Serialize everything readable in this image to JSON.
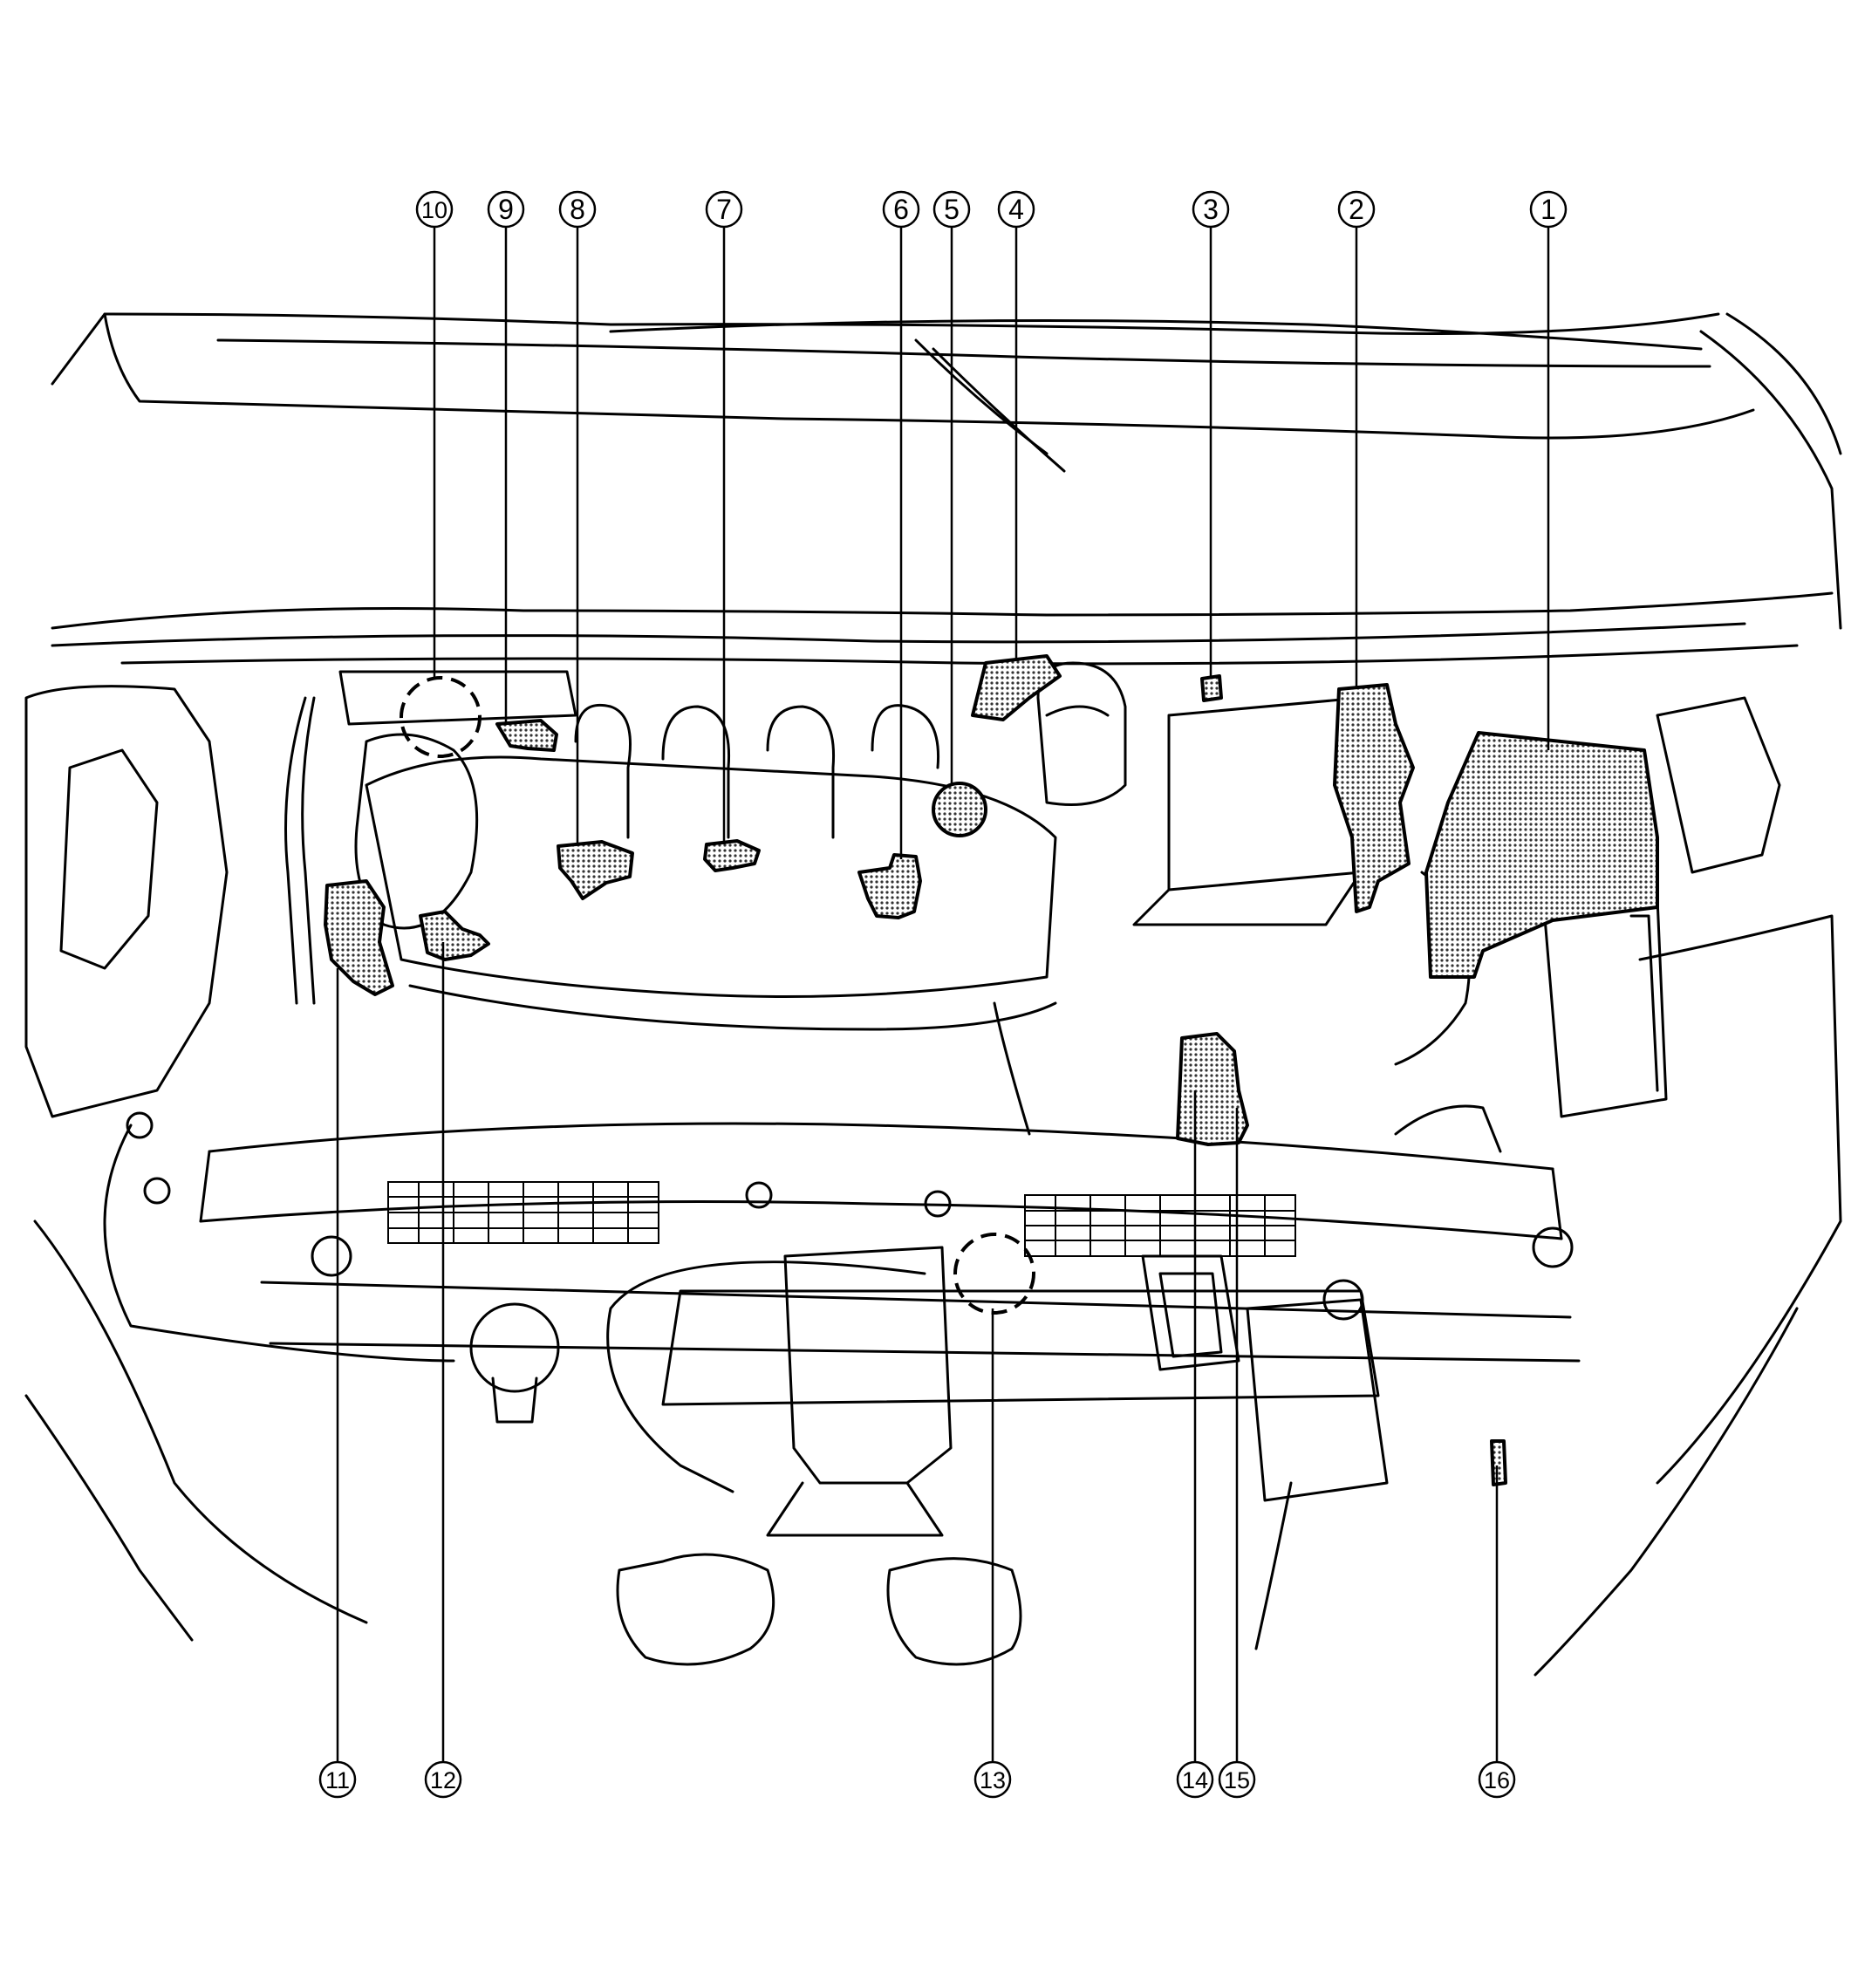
{
  "callouts": [
    {
      "id": "1",
      "label": "1"
    },
    {
      "id": "2",
      "label": "2"
    },
    {
      "id": "3",
      "label": "3"
    },
    {
      "id": "4",
      "label": "4"
    },
    {
      "id": "5",
      "label": "5"
    },
    {
      "id": "6",
      "label": "6"
    },
    {
      "id": "7",
      "label": "7"
    },
    {
      "id": "8",
      "label": "8"
    },
    {
      "id": "9",
      "label": "9"
    },
    {
      "id": "10",
      "label": "10"
    },
    {
      "id": "11",
      "label": "11"
    },
    {
      "id": "12",
      "label": "12"
    },
    {
      "id": "13",
      "label": "13"
    },
    {
      "id": "14",
      "label": "14"
    },
    {
      "id": "15",
      "label": "15"
    },
    {
      "id": "16",
      "label": "16"
    }
  ],
  "colors": {
    "line": "#000000",
    "background": "#ffffff",
    "highlight_fill": "#808080"
  }
}
